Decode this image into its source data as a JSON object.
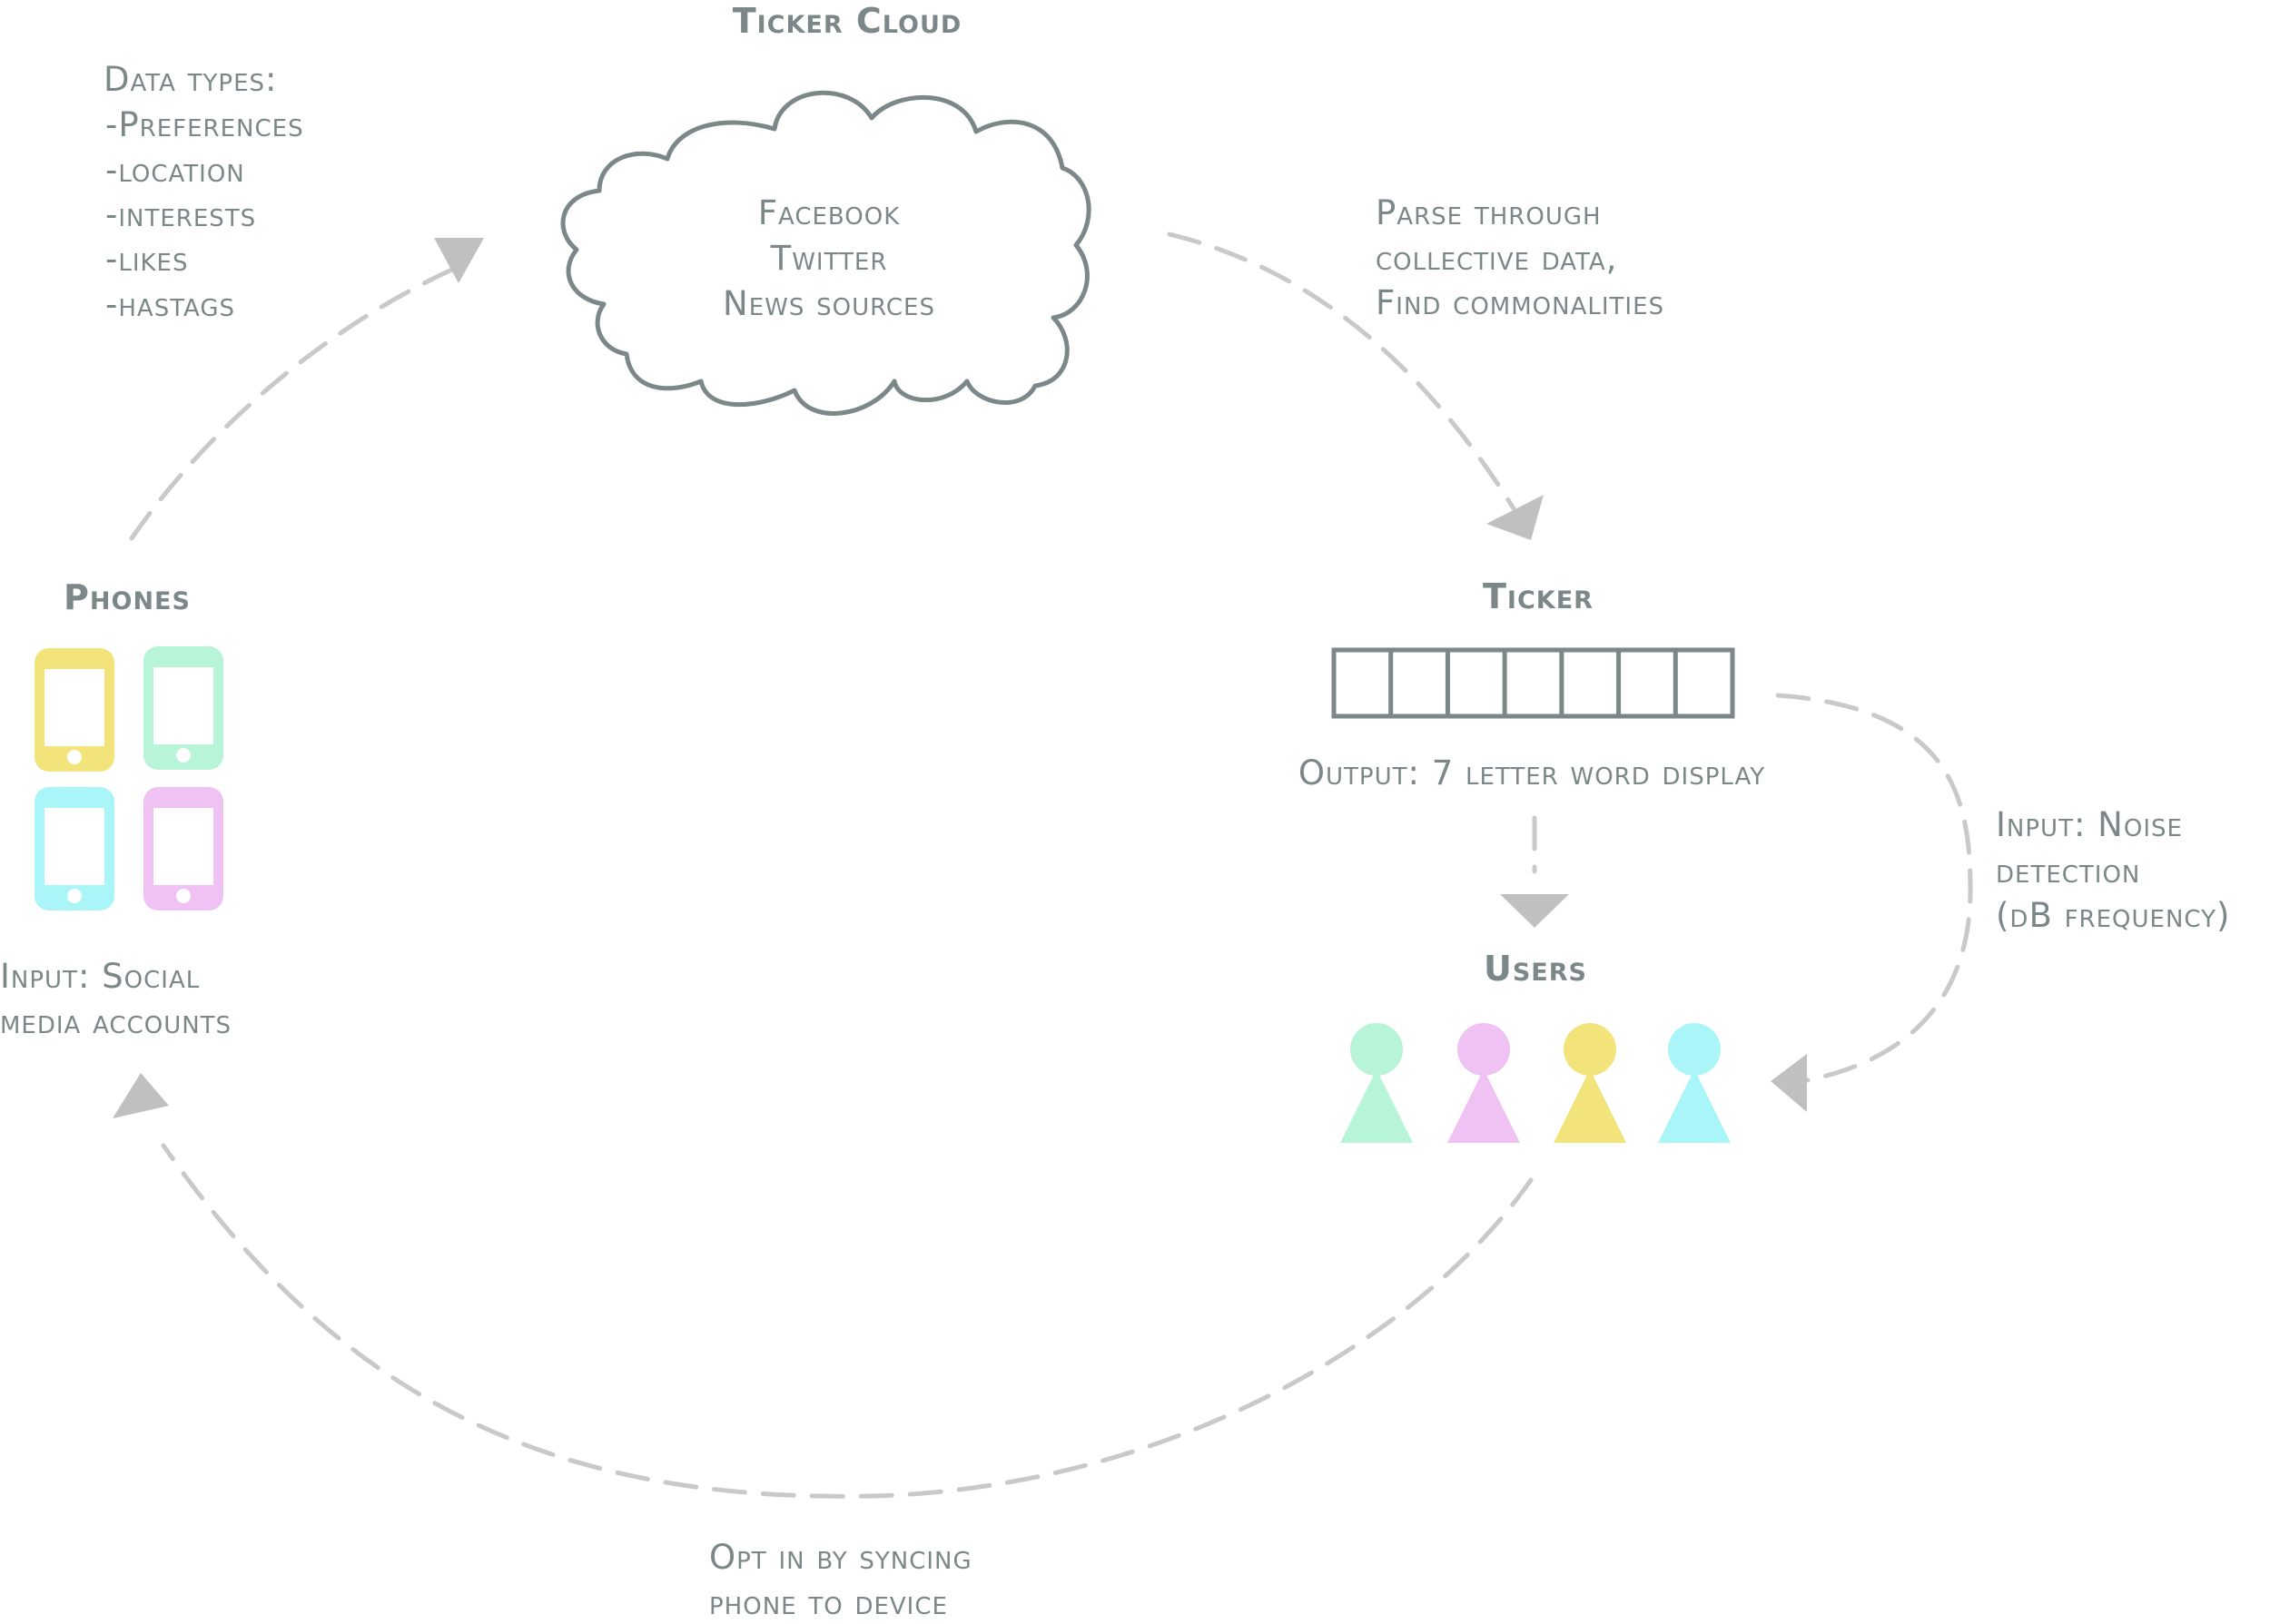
{
  "colors": {
    "text": "#7b8788",
    "outline": "#7b8788",
    "connector": "#c9c9c9",
    "yellow": "#f2e47a",
    "mint": "#b7f4d8",
    "cyan": "#aaf5f8",
    "pink": "#efc2f3"
  },
  "cloud": {
    "title": "Ticker Cloud",
    "sources": [
      "Facebook",
      "Twitter",
      "News sources"
    ]
  },
  "data_types": {
    "heading": "Data types:",
    "items": [
      "-Preferences",
      "-location",
      "-interests",
      "-likes",
      "-hastags"
    ]
  },
  "parse_note": [
    "Parse through",
    "collective data,",
    "Find commonalities"
  ],
  "phones": {
    "title": "Phones",
    "icons": [
      {
        "name": "phone-icon-yellow",
        "color": "#f2e47a"
      },
      {
        "name": "phone-icon-mint",
        "color": "#b7f4d8"
      },
      {
        "name": "phone-icon-cyan",
        "color": "#aaf5f8"
      },
      {
        "name": "phone-icon-pink",
        "color": "#efc2f3"
      }
    ],
    "input_label": [
      "Input: Social",
      "media accounts"
    ]
  },
  "ticker": {
    "title": "Ticker",
    "cell_count": 7,
    "output_label": "Output: 7 letter word display"
  },
  "noise_input": [
    "Input: Noise",
    "detection",
    "(dB frequency)"
  ],
  "users": {
    "title": "Users",
    "figures": [
      {
        "name": "user-figure-mint",
        "color": "#b7f4d8"
      },
      {
        "name": "user-figure-pink",
        "color": "#efc2f3"
      },
      {
        "name": "user-figure-yellow",
        "color": "#f2e47a"
      },
      {
        "name": "user-figure-cyan",
        "color": "#aaf5f8"
      }
    ]
  },
  "opt_in": [
    "Opt in by syncing",
    "phone to device"
  ]
}
